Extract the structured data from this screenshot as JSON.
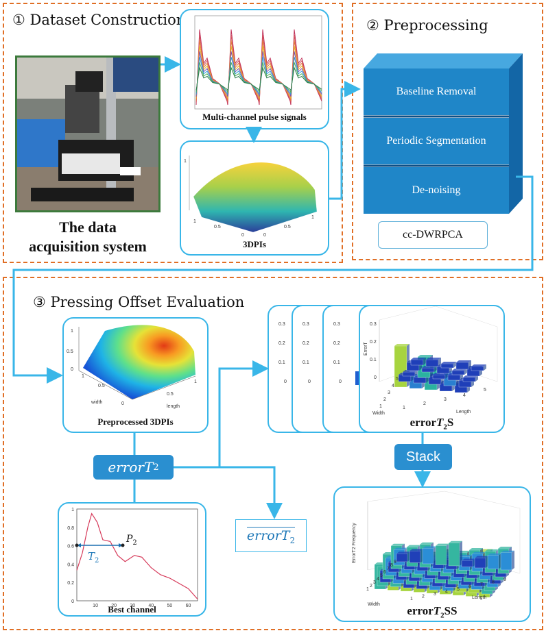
{
  "sections": {
    "dataset": {
      "title": "① Dataset Construction"
    },
    "preprocessing": {
      "title": "② Preprocessing"
    },
    "evaluation": {
      "title": "③ Pressing Offset Evaluation"
    }
  },
  "acquisition": {
    "caption_line1": "The data",
    "caption_line2": "acquisition system"
  },
  "pulse": {
    "caption": "Multi-channel pulse signals"
  },
  "dpi3d": {
    "caption": "3DPIs",
    "ticks_left": [
      "1",
      "0.5",
      "0"
    ],
    "ticks_right": [
      "1",
      "0.5",
      "0"
    ],
    "tick_corner": "1"
  },
  "stages": [
    "Baseline Removal",
    "Periodic Segmentation",
    "De-noising"
  ],
  "method": {
    "label": "cc-DWRPCA"
  },
  "preprocessed": {
    "caption": "Preprocessed 3DPIs",
    "zticks": [
      "1",
      "0.5",
      "0"
    ],
    "ticks_width": [
      "1",
      "0.5",
      "0"
    ],
    "ticks_length": [
      "0.5",
      "1"
    ],
    "width_label": "width",
    "length_label": "length"
  },
  "error_pill": {
    "label": "errorT",
    "sub": "2"
  },
  "mean_box": {
    "label": "errorT",
    "sub": "2"
  },
  "best_channel": {
    "caption": "Best channel",
    "yticks": [
      "1",
      "0.8",
      "0.6",
      "0.4",
      "0.2",
      "0"
    ],
    "xticks": [
      "10",
      "20",
      "30",
      "40",
      "50",
      "60"
    ],
    "t_label": "T",
    "t_sub": "2",
    "p_label": "P",
    "p_sub": "2"
  },
  "errorstack": {
    "caption_pre": "error",
    "caption_t": "T",
    "caption_sub": "2",
    "caption_post": "S",
    "zticks": [
      "0.3",
      "0.2",
      "0.1",
      "0"
    ],
    "zlabel": "ErrorT",
    "width_ticks": [
      "1",
      "2",
      "3",
      "4",
      "5"
    ],
    "length_ticks": [
      "1",
      "2",
      "3",
      "4",
      "5"
    ],
    "width_label": "Width",
    "length_label": "Length"
  },
  "stack_button": {
    "label": "Stack"
  },
  "errorss": {
    "caption_pre": "error",
    "caption_t": "T",
    "caption_sub": "2",
    "caption_post": "SS",
    "zlabel": "ErrorT2 Frequency",
    "width_ticks": [
      "1",
      "2",
      "3",
      "4",
      "5",
      "6",
      "7",
      "8",
      "9"
    ],
    "length_ticks": [
      "1",
      "2",
      "3",
      "4",
      "5",
      "6",
      "7",
      "8",
      "9"
    ],
    "width_label": "Width",
    "length_label": "Length"
  },
  "colors": {
    "accent": "#39b6e8",
    "dash": "#e06f26",
    "stage": "#1f86c8",
    "pill": "#2a8fd0"
  }
}
